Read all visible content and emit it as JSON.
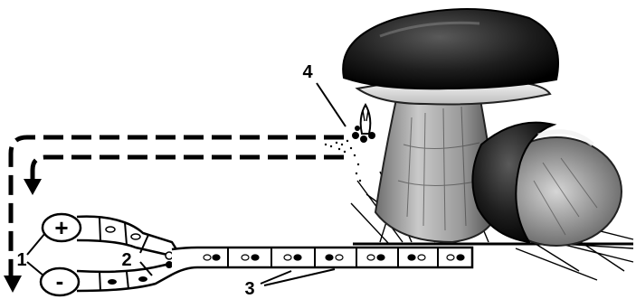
{
  "diagram": {
    "labels": {
      "l1": "1",
      "l2": "2",
      "l3": "3",
      "l4": "4"
    },
    "signs": {
      "plus": "+",
      "minus": "-"
    }
  }
}
